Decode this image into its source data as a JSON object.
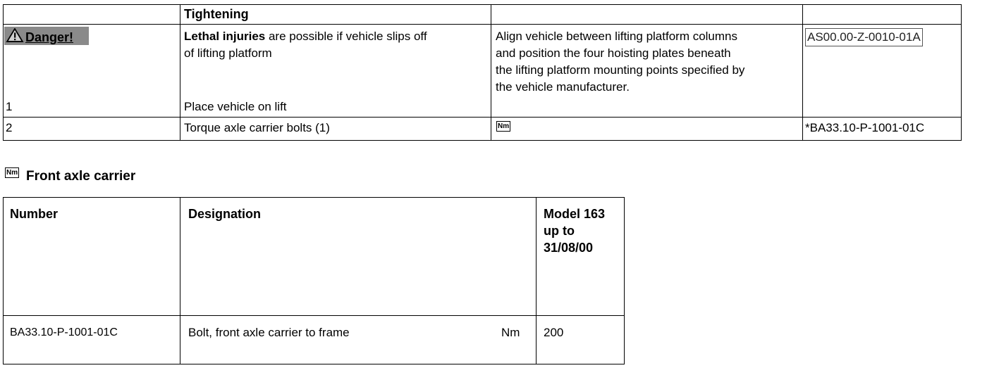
{
  "procedure_table": {
    "header": {
      "col2": "Tightening"
    },
    "row1": {
      "number": "1",
      "danger_label": "Danger!",
      "warning_bold": "Lethal injuries",
      "warning_rest_line1": " are possible if vehicle slips off",
      "warning_rest_line2": "of lifting platform",
      "step": "Place vehicle on lift",
      "instruction_lines": [
        "Align vehicle between lifting platform columns",
        "and position the four hoisting plates beneath",
        "the lifting platform mounting points specified by",
        "the vehicle manufacturer."
      ],
      "reference": "AS00.00-Z-0010-01A"
    },
    "row2": {
      "number": "2",
      "step": "Torque axle carrier bolts (1)",
      "icon": "Nm",
      "reference": "*BA33.10-P-1001-01C"
    }
  },
  "section": {
    "icon": "Nm",
    "title": "Front axle carrier"
  },
  "spec_table": {
    "headers": {
      "number": "Number",
      "designation": "Designation",
      "model_lines": [
        "Model 163",
        "up to",
        "31/08/00"
      ]
    },
    "rows": [
      {
        "number": "BA33.10-P-1001-01C",
        "designation": "Bolt, front axle carrier to frame",
        "unit": "Nm",
        "value": "200"
      }
    ]
  }
}
